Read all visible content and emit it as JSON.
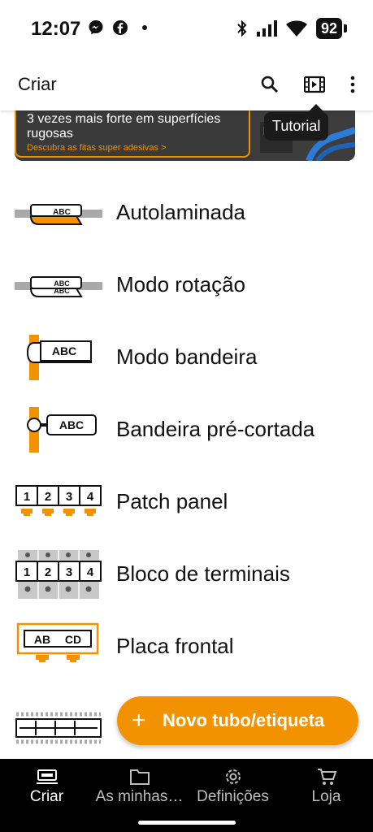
{
  "status": {
    "time": "12:07",
    "battery": "92"
  },
  "appbar": {
    "title": "Criar",
    "tooltip": "Tutorial"
  },
  "banner": {
    "headline": "3 vezes mais forte em superfícies rugosas",
    "cta": "Descubra as fitas super adesivas >"
  },
  "list": {
    "items": [
      {
        "label": "Autolaminada",
        "icon": "self-laminating-icon"
      },
      {
        "label": "Modo rotação",
        "icon": "rotation-mode-icon"
      },
      {
        "label": "Modo bandeira",
        "icon": "flag-mode-icon"
      },
      {
        "label": "Bandeira pré-cortada",
        "icon": "precut-flag-icon"
      },
      {
        "label": "Patch panel",
        "icon": "patch-panel-icon"
      },
      {
        "label": "Bloco de terminais",
        "icon": "terminal-block-icon"
      },
      {
        "label": "Placa frontal",
        "icon": "faceplate-icon"
      }
    ],
    "icon_text": {
      "abc": "ABC",
      "ports": [
        "1",
        "2",
        "3",
        "4"
      ],
      "ab": "AB",
      "cd": "CD"
    }
  },
  "fab": {
    "plus": "+",
    "label": "Novo tubo/etiqueta"
  },
  "bottomnav": {
    "items": [
      {
        "label": "Criar",
        "active": true
      },
      {
        "label": "As minhas…",
        "active": false
      },
      {
        "label": "Definições",
        "active": false
      },
      {
        "label": "Loja",
        "active": false
      }
    ]
  },
  "colors": {
    "accent": "#f39200",
    "nav_bg": "#000000",
    "banner_bg": "#3a3a3a"
  }
}
